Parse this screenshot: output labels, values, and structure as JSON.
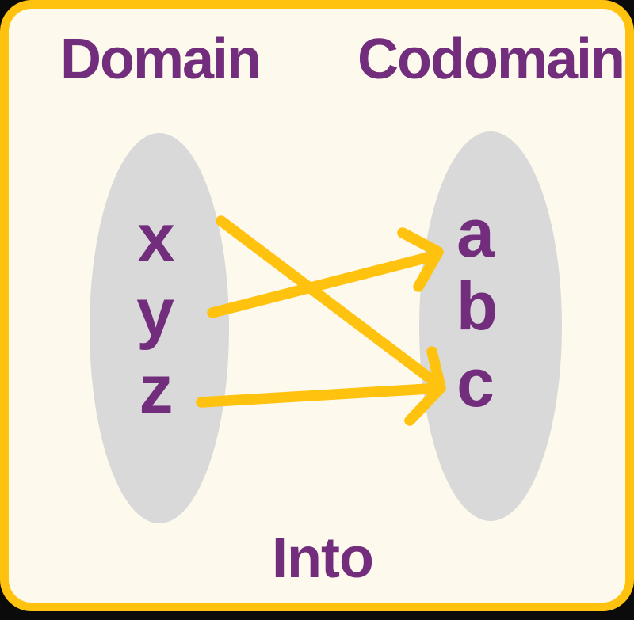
{
  "diagram": {
    "caption": "Into",
    "sets": {
      "domain": {
        "label": "Domain",
        "elements": [
          "x",
          "y",
          "z"
        ]
      },
      "codomain": {
        "label": "Codomain",
        "elements": [
          "a",
          "b",
          "c"
        ]
      }
    },
    "mappings": [
      {
        "from": "x",
        "to": "c"
      },
      {
        "from": "y",
        "to": "a"
      },
      {
        "from": "z",
        "to": "c"
      }
    ],
    "colors": {
      "outside": "#0b0b0b",
      "card_background": "#FDF9EC",
      "border": "#FFC20E",
      "arrows": "#FFC20E",
      "labels": "#722E7D",
      "set_fill": "#D9D9D9"
    }
  }
}
